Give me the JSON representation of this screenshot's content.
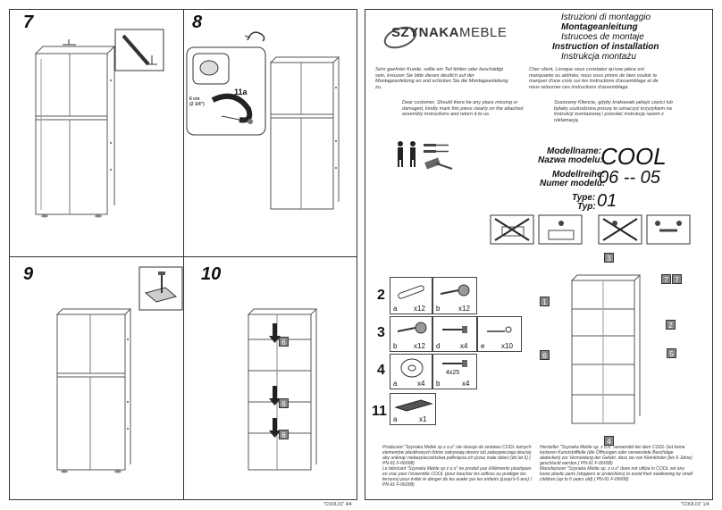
{
  "left_page": {
    "steps": [
      {
        "number": "7",
        "callouts": []
      },
      {
        "number": "8",
        "label": "11a",
        "dim": "6 cm\n(2 1/4\")"
      },
      {
        "number": "9"
      },
      {
        "number": "10",
        "callouts": [
          "6",
          "6",
          "6"
        ]
      }
    ],
    "footer": "\"COOL01\" 4/4"
  },
  "right_page": {
    "logo": {
      "brand_bold": "SZYNAKA",
      "brand_light": "MEBLE"
    },
    "titles": [
      "Istruzioni di montaggio",
      "Montageanleitung",
      "Istrucoes de montaje",
      "Instruction of installation",
      "Instrukcja montażu"
    ],
    "intro_de": "Sehr geehrter Kunde, sollte ein Teil fehlen oder beschädigt sein, kreuzen Sie bitte dieses deutlich auf der Montageanleitung an und schicken Sie die Montageanleitung zu.",
    "intro_fr": "Cher client, Lorsque vous constatez qu'une pièce est manquante ou abîmée, nous vous prions de bien vouloir la marquer d'une croix sur les instructions d'assemblage et de nous retourner ces instructions d'assemblage.",
    "intro_en": "Dear customer, Should there be any place missing or damaged, kindly mark this piece clearly on the attached assembly instructions and return it to us.",
    "intro_pl": "Szanowny Kliencie, gdyby brakowało jakiejś części lub byłaby uszkodzona proszę to oznaczyć krzyżykiem na instrukcji montażowej i przesłać instrukcję razem z reklamacją.",
    "model": {
      "name_label_1": "Modellname:",
      "name_label_2": "Nazwa modelu:",
      "name_value": "COOL",
      "series_label_1": "Modellreihe:",
      "series_label_2": "Numer modelu:",
      "series_value": "06 -- 05",
      "type_label_1": "Type:",
      "type_label_2": "Typ:",
      "type_value": "01"
    },
    "hardware": {
      "rows": [
        {
          "step": "2",
          "items": [
            {
              "letter": "a",
              "qty": "x12"
            },
            {
              "letter": "b",
              "qty": "x12"
            }
          ]
        },
        {
          "step": "3",
          "items": [
            {
              "letter": "b",
              "qty": "x12"
            },
            {
              "letter": "d",
              "qty": "x4"
            },
            {
              "letter": "e",
              "qty": "x10"
            }
          ]
        },
        {
          "step": "4",
          "items": [
            {
              "letter": "a",
              "qty": "x4"
            },
            {
              "letter": "b",
              "qty": "x4",
              "size": "4x25"
            }
          ]
        },
        {
          "step": "11",
          "items": [
            {
              "letter": "a",
              "qty": "x1"
            }
          ]
        }
      ]
    },
    "part_callouts": [
      "3",
      "1",
      "7",
      "7",
      "2",
      "5",
      "6",
      "4"
    ],
    "bottom_pl": "Producent \"Szynaka Meble sp z o.o\" nie stosuje do zestawu COOL łożnych elementów plastikowych (które zakrywają otwory lub zabezpieczaja okucia) aby uniknąć niebezpieczeństwa połknięcia ich przez małe dzieci (do lat 6) ( PN-91 F-06008)",
    "bottom_fr": "Le fabricant \"Szynaka Meble sp z o.o\" ne produit pas d'éléments plastiques en vrac pour l'ensemble COOL (pour boucher les orifices ou protéger les ferrures) pour éviter le danger de les avaler par les enfants (jusqu'à 6 ans) ( PN-91 F-06008)",
    "bottom_de": "Hersteller \"Szynaka Meble sp. z o.o\" verwendet bei dem COOL-Set keine lockeren Kunststoffteile (die Öffnungen oder verwendete Beschläge abdecken) zur Vermeidung der Gefahr, dass sie von Kleinkinder (bis 6 Jahre) geschluckt werden.( PN-91 F-06008)",
    "bottom_en": "Manufacturer \"Szynaka Meble sp. z o.o\" does not utilize in COOL set any loose plastic parts (stoppers or protections) to avoid their swallowing by small children (up to 6 years old) ( PN-91 F-06008)",
    "footer": "\"COOL01\" 1/4"
  }
}
